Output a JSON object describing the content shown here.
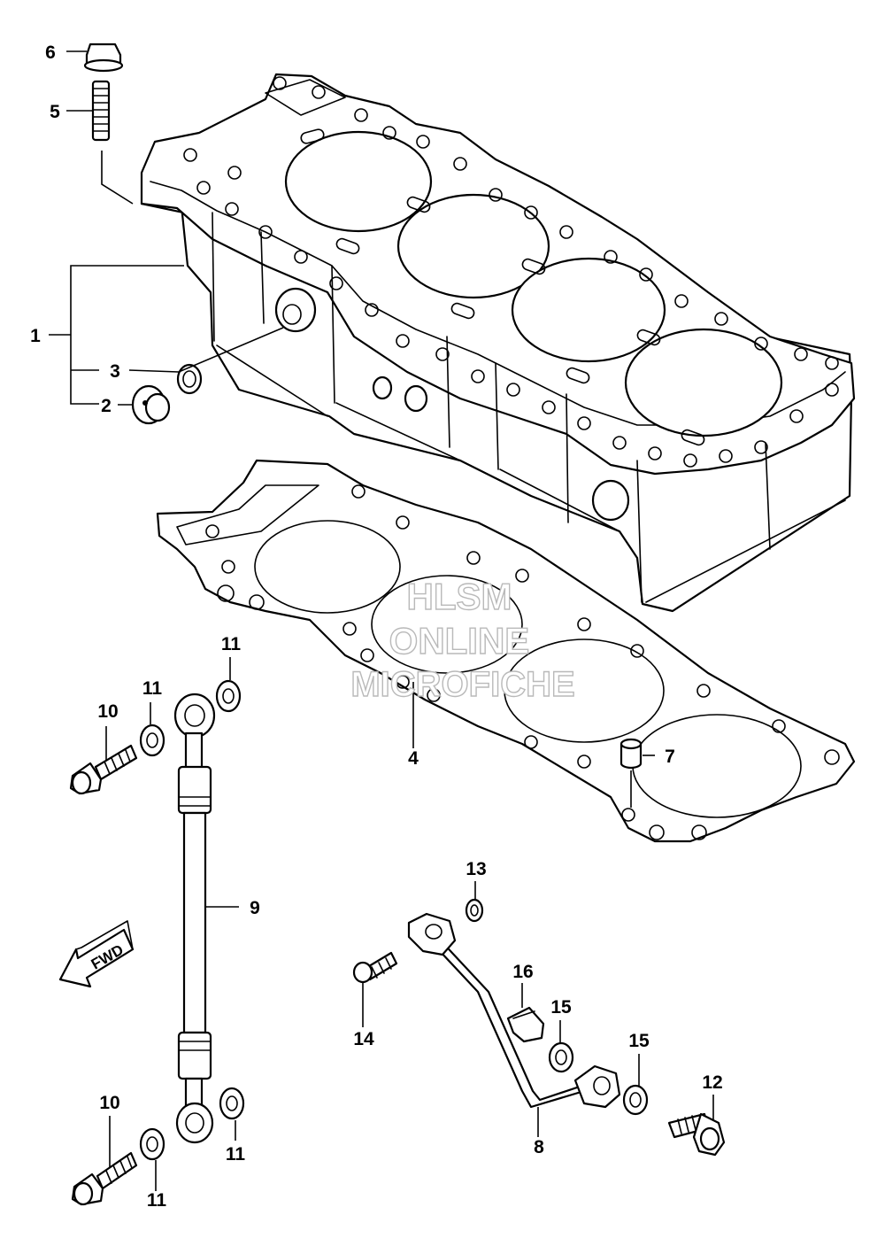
{
  "watermark": {
    "line1": "HLSM",
    "line2": "ONLINE",
    "line3": "MICROFICHE"
  },
  "direction_marker": {
    "label": "FWD",
    "icon": "forward-arrow-icon"
  },
  "callouts": [
    {
      "id": "c1",
      "label": "1"
    },
    {
      "id": "c2",
      "label": "2"
    },
    {
      "id": "c3",
      "label": "3"
    },
    {
      "id": "c4",
      "label": "4"
    },
    {
      "id": "c5",
      "label": "5"
    },
    {
      "id": "c6",
      "label": "6"
    },
    {
      "id": "c7",
      "label": "7"
    },
    {
      "id": "c8",
      "label": "8"
    },
    {
      "id": "c9",
      "label": "9"
    },
    {
      "id": "c10a",
      "label": "10"
    },
    {
      "id": "c10b",
      "label": "10"
    },
    {
      "id": "c11a",
      "label": "11"
    },
    {
      "id": "c11b",
      "label": "11"
    },
    {
      "id": "c11c",
      "label": "11"
    },
    {
      "id": "c11d",
      "label": "11"
    },
    {
      "id": "c12",
      "label": "12"
    },
    {
      "id": "c13",
      "label": "13"
    },
    {
      "id": "c14",
      "label": "14"
    },
    {
      "id": "c15a",
      "label": "15"
    },
    {
      "id": "c15b",
      "label": "15"
    },
    {
      "id": "c16",
      "label": "16"
    }
  ]
}
